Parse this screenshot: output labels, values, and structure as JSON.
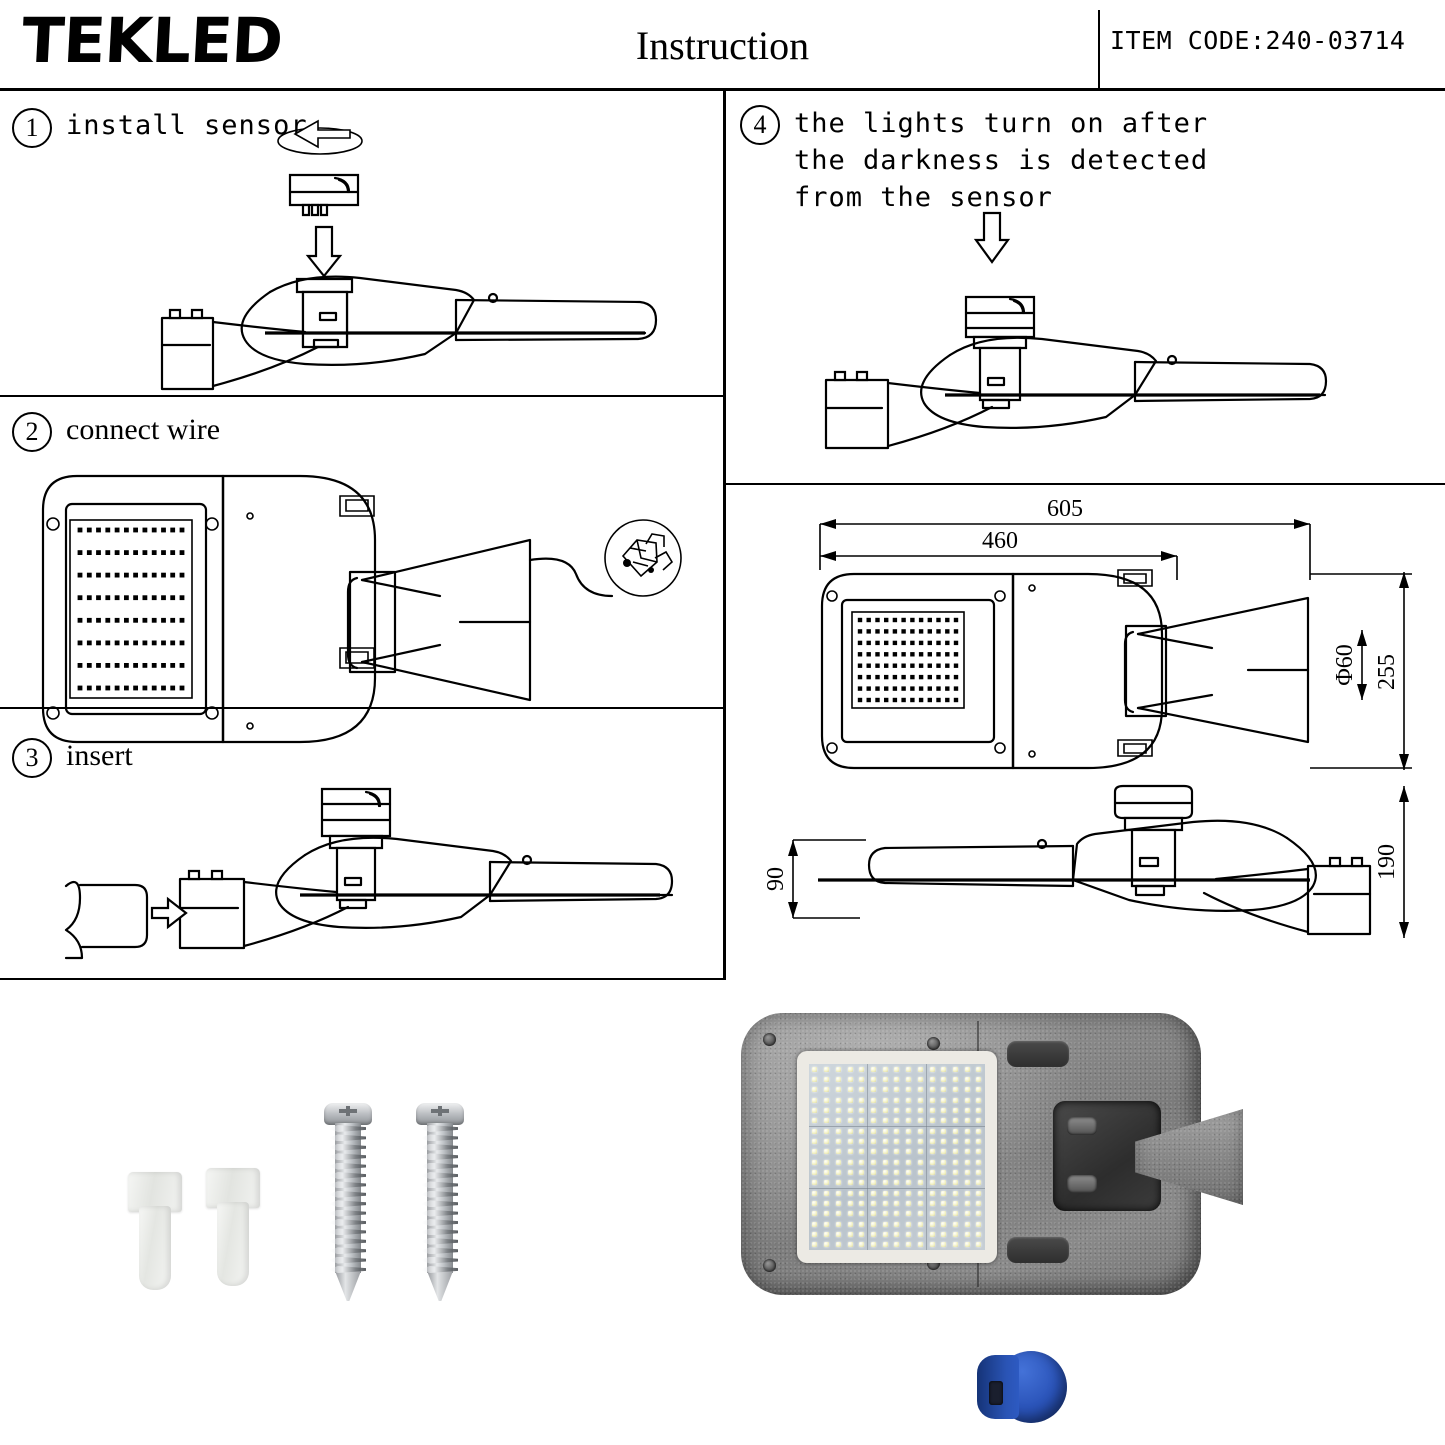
{
  "header": {
    "logo": "TEKLED",
    "title": "Instruction",
    "item_code": "ITEM CODE:240-03714"
  },
  "steps": [
    {
      "number": "1",
      "num_glyph": "1",
      "text": "install sensor",
      "font": "mono",
      "icon": "rotate-arrow-icon"
    },
    {
      "number": "2",
      "num_glyph": "2",
      "text": "connect wire",
      "font": "serif",
      "icon": "wire-connector-icon"
    },
    {
      "number": "3",
      "num_glyph": "3",
      "text": "insert",
      "font": "serif",
      "icon": "insert-arrow-icon"
    },
    {
      "number": "4",
      "num_glyph": "4",
      "text": "the lights turn on after\nthe darkness is detected\nfrom the sensor",
      "font": "mono",
      "icon": "down-arrow-icon"
    }
  ],
  "dimensions": {
    "overall_length": "605",
    "body_length": "460",
    "pole_diameter": "Φ60",
    "body_width": "255",
    "body_height": "90",
    "total_height": "190"
  },
  "accessories": [
    {
      "name": "wall-plug",
      "count": 2
    },
    {
      "name": "screw",
      "count": 2
    }
  ],
  "product": {
    "name": "led-street-light",
    "body_color": "#8a8a8a",
    "led_panel_color": "#c6ced5",
    "sensor_color": "#2a53b8"
  },
  "colors": {
    "line": "#000000",
    "background": "#ffffff",
    "metal": "#b9bcc0",
    "plastic": "#f0f1ef"
  }
}
